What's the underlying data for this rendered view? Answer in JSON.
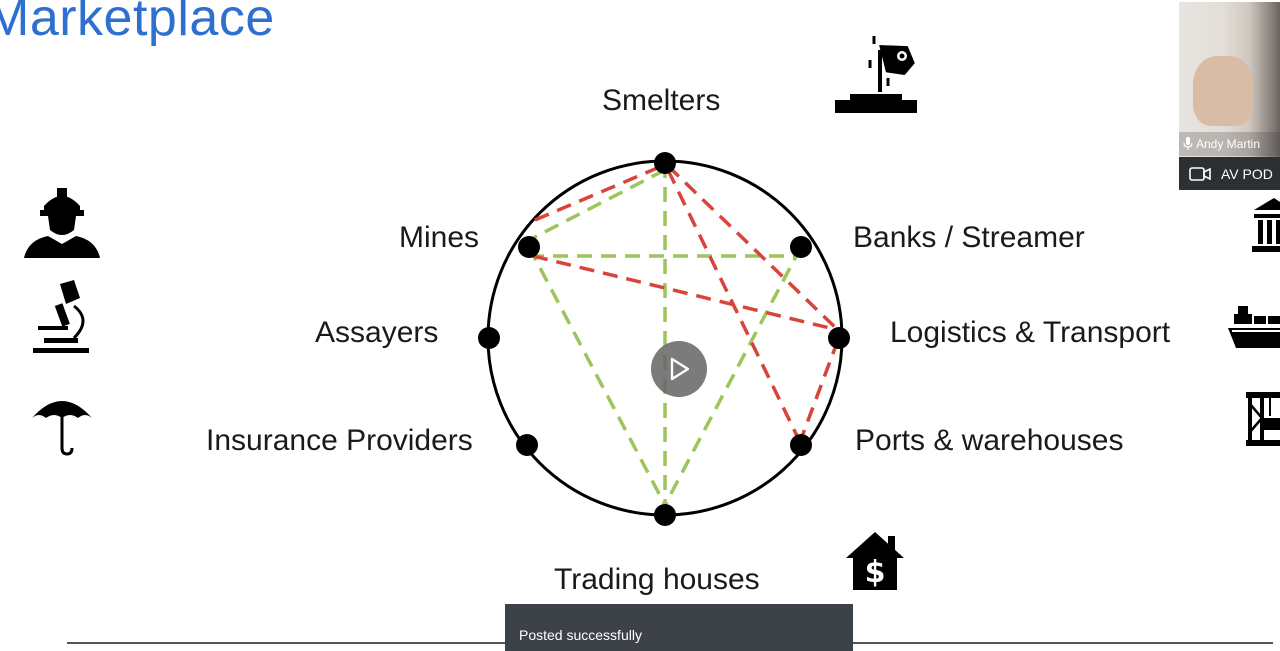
{
  "slide": {
    "title": "Marketplace"
  },
  "nodes": {
    "smelters": "Smelters",
    "mines": "Mines",
    "banks": "Banks / Streamer",
    "assayers": "Assayers",
    "logistics": "Logistics & Transport",
    "insurance": "Insurance Providers",
    "ports": "Ports & warehouses",
    "trading": "Trading houses"
  },
  "colors": {
    "title": "#2f6fd0",
    "red_link": "#d9443a",
    "green_link": "#9cc65a",
    "node": "#000000"
  },
  "icons": {
    "smelters": "molten-metal-pour-icon",
    "mines": "miner-helmet-icon",
    "assayers": "microscope-icon",
    "insurance": "umbrella-icon",
    "banks": "bank-icon",
    "logistics": "cargo-ship-icon",
    "ports": "port-crane-icon",
    "trading": "house-dollar-icon"
  },
  "video": {
    "participant_name": "Andy Martin",
    "pod_label": "AV POD"
  },
  "toast": {
    "message": "Posted successfully"
  }
}
